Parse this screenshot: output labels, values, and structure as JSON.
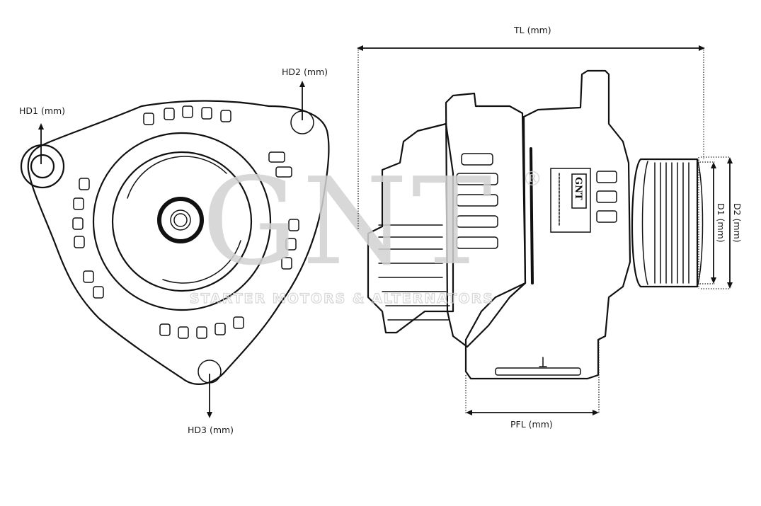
{
  "diagram": {
    "subject": "Alternator dimension drawing",
    "views": [
      "front-view",
      "side-view"
    ],
    "dimension_labels": {
      "hd1": "HD1 (mm)",
      "hd2": "HD2 (mm)",
      "hd3": "HD3 (mm)",
      "tl": "TL (mm)",
      "d1": "D1 (mm)",
      "d2": "D2 (mm)",
      "pfl": "PFL (mm)"
    },
    "watermark": {
      "brand": "GNT",
      "registered_mark": "®",
      "tagline": "STARTER MOTORS & ALTERNATORS"
    },
    "nameplate": {
      "brand": "GNT"
    },
    "colors": {
      "ink": "#111111",
      "watermark": "#d2d2d2",
      "background": "#ffffff"
    }
  }
}
